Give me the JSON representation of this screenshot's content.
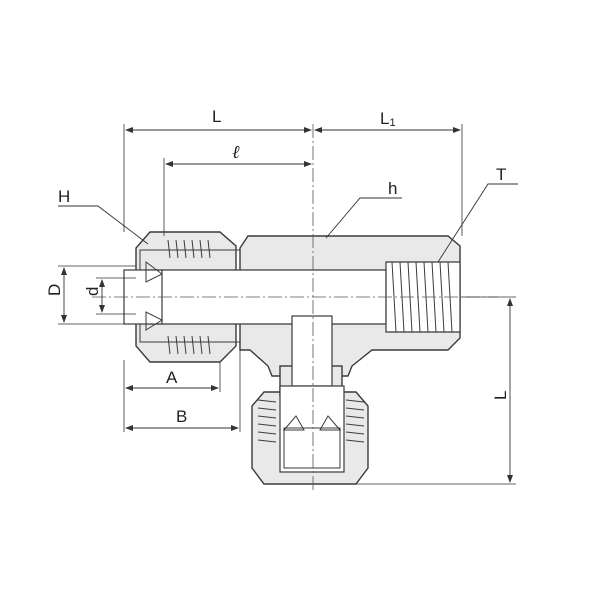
{
  "diagram": {
    "labels": {
      "L_top": "L",
      "L1_main": "L",
      "L1_sub": "1",
      "ell": "ℓ",
      "H": "H",
      "h": "h",
      "T": "T",
      "D": "D",
      "d": "d",
      "A": "A",
      "B": "B",
      "L_right": "L"
    },
    "colors": {
      "body_fill": "#e9e9e9",
      "line": "#3a3a3a"
    }
  }
}
